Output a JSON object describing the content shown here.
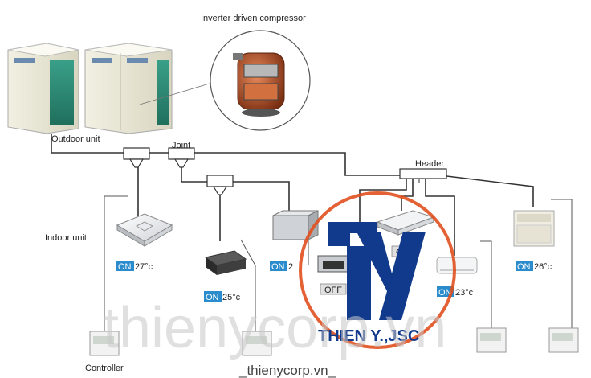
{
  "labels": {
    "compressor": "Inverter driven compressor",
    "outdoor_unit": "Outdoor unit",
    "joint": "Joint",
    "header": "Header",
    "indoor_unit": "Indoor unit",
    "controller": "Controller"
  },
  "status": {
    "on_text": "ON",
    "off_text": "OFF",
    "u1_temp": "27°c",
    "u2_temp": "25°c",
    "u3_temp": "2",
    "u4_temp": "23°c",
    "u5_temp": "26°c"
  },
  "watermark": {
    "big": "thienycorp.vn",
    "logo": "THIEN Y.,JSC",
    "footer": "_thienycorp.vn_"
  },
  "colors": {
    "on_badge": "#2a8ccc",
    "pipe": "#333333",
    "logo_blue": "#123a8c",
    "logo_ring": "#e0501e",
    "unit_body": "#e9e7d6",
    "coil": "#2f8c75"
  }
}
